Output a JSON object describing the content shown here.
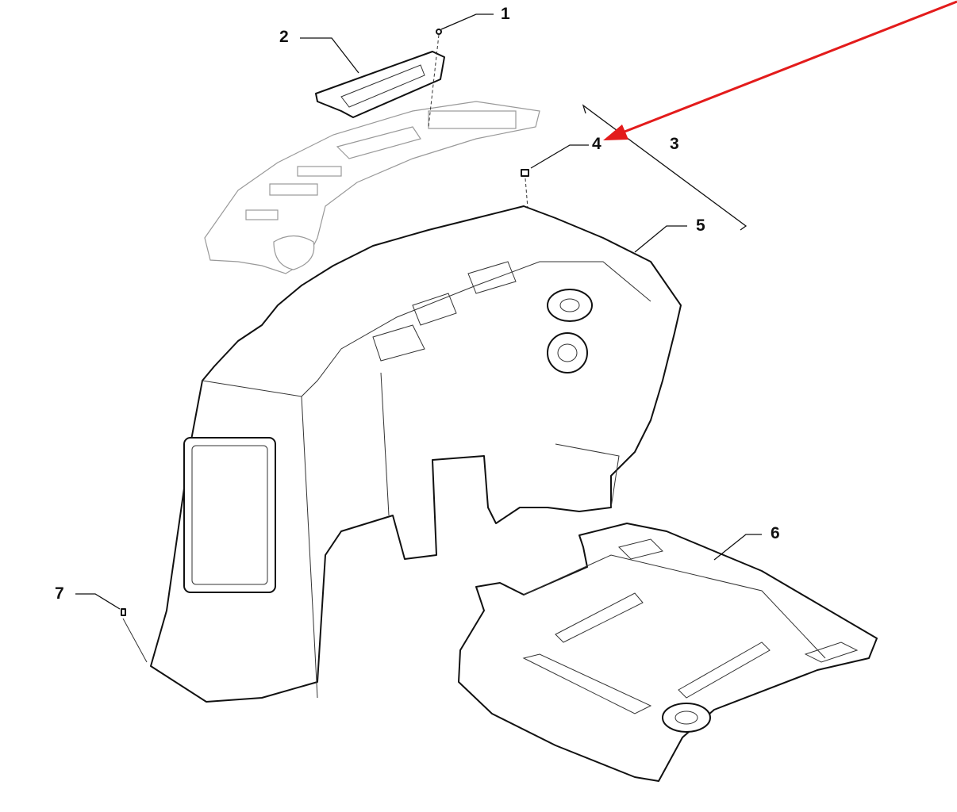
{
  "diagram": {
    "callouts": [
      {
        "id": "1"
      },
      {
        "id": "2"
      },
      {
        "id": "3"
      },
      {
        "id": "4"
      },
      {
        "id": "5"
      },
      {
        "id": "6"
      },
      {
        "id": "7"
      }
    ],
    "highlight_color": "#e31b1b",
    "highlighted_callout": "4"
  }
}
